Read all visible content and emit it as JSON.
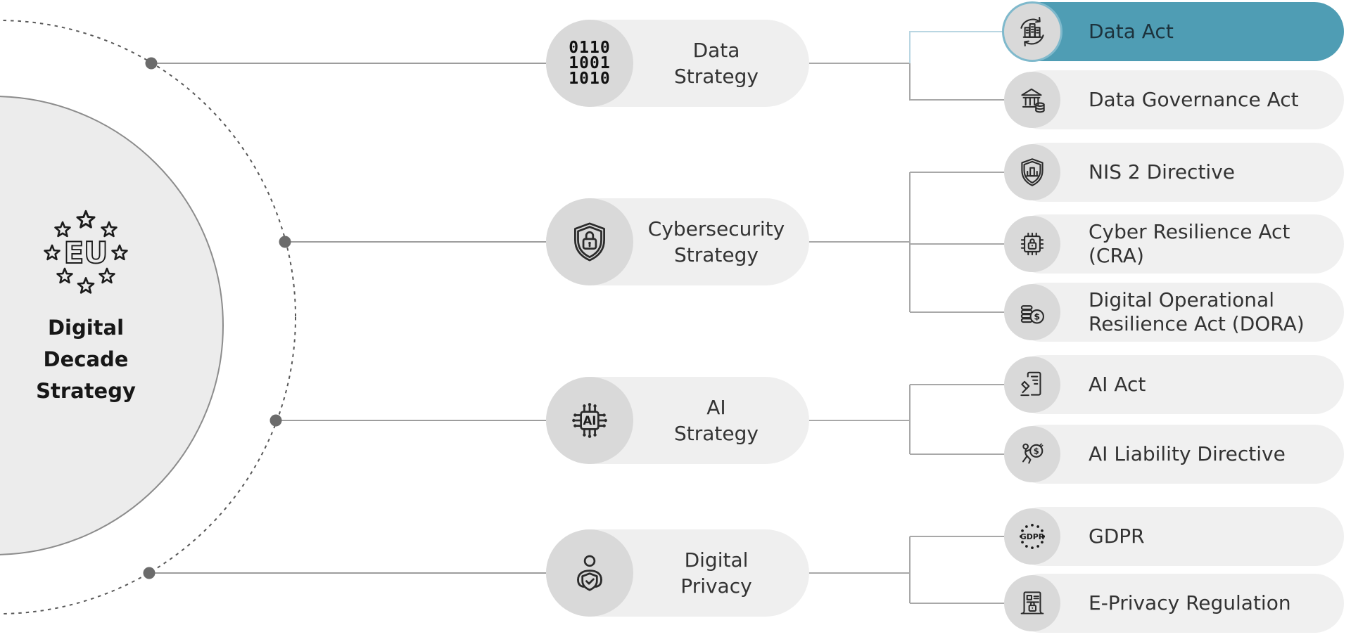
{
  "colors": {
    "accent_teal": "#4f9db4",
    "selected_text": "#1d333d",
    "pill_gray": "#f0f0f0",
    "icon_circle_gray": "#d9d9d9",
    "wire_gray": "#9d9d9d",
    "selected_wire_blue": "#b9d6e2"
  },
  "hub": {
    "eu_text": "EU",
    "title_lines": [
      "Digital",
      "Decade",
      "Strategy"
    ]
  },
  "branches": [
    {
      "icon": "binary-code-icon",
      "icon_lines": [
        "0110",
        "1001",
        "1010"
      ],
      "label_lines": [
        "Data",
        "Strategy"
      ],
      "children": [
        {
          "label": "Data Act",
          "icon": "data-sync-icon",
          "selected": true
        },
        {
          "label": "Data Governance Act",
          "icon": "bank-coins-icon"
        }
      ]
    },
    {
      "icon": "shield-lock-icon",
      "label_lines": [
        "Cybersecurity",
        "Strategy"
      ],
      "children": [
        {
          "label": "NIS 2 Directive",
          "icon": "shield-buildings-icon"
        },
        {
          "label": "Cyber Resilience Act (CRA)",
          "icon": "chip-lock-icon"
        },
        {
          "label": "Digital Operational Resilience Act (DORA)",
          "label_lines": [
            "Digital Operational",
            "Resilience Act (DORA)"
          ],
          "icon": "coins-dollar-icon",
          "icon_symbol": "$"
        }
      ]
    },
    {
      "icon": "ai-chip-icon",
      "icon_text": "AI",
      "label_lines": [
        "AI",
        "Strategy"
      ],
      "children": [
        {
          "label": "AI Act",
          "icon": "document-gavel-icon"
        },
        {
          "label": "AI Liability Directive",
          "icon": "runner-coin-icon",
          "icon_symbol": "$"
        }
      ]
    },
    {
      "icon": "person-shield-icon",
      "label_lines": [
        "Digital",
        "Privacy"
      ],
      "children": [
        {
          "label": "GDPR",
          "icon": "gdpr-stars-icon",
          "icon_text": "GDPR"
        },
        {
          "label": "E-Privacy Regulation",
          "icon": "scroll-lock-icon"
        }
      ]
    }
  ]
}
